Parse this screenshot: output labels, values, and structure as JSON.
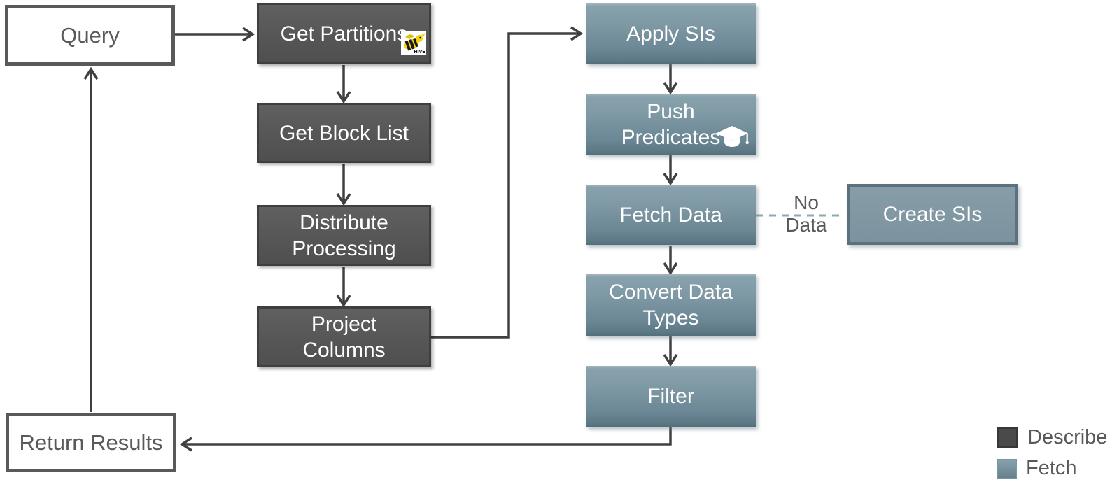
{
  "diagram": {
    "nodes": {
      "query": {
        "label": "Query"
      },
      "get_partitions": {
        "label": "Get Partitions"
      },
      "get_block_list": {
        "label": "Get Block List"
      },
      "distribute_processing": {
        "label": "Distribute\nProcessing"
      },
      "project_columns": {
        "label": "Project\nColumns"
      },
      "apply_sis": {
        "label": "Apply SIs"
      },
      "push_predicates": {
        "label": "Push\nPredicates"
      },
      "fetch_data": {
        "label": "Fetch Data"
      },
      "convert_data_types": {
        "label": "Convert Data\nTypes"
      },
      "filter": {
        "label": "Filter"
      },
      "create_sis": {
        "label": "Create SIs"
      },
      "return_results": {
        "label": "Return Results"
      }
    },
    "edge_labels": {
      "no_data_line1": "No",
      "no_data_line2": "Data"
    },
    "legend": {
      "describe": {
        "label": "Describe",
        "color": "#4a4a4a"
      },
      "fetch": {
        "label": "Fetch",
        "color": "#7e99a4"
      }
    },
    "icons": {
      "get_partitions_icon": "hive-logo-icon",
      "push_predicates_icon": "graduation-cap-icon"
    },
    "colors": {
      "describe_box": "#575757",
      "fetch_box_top": "#87a2ad",
      "fetch_box_bottom": "#5e7885",
      "plain_border": "#595959",
      "connector": "#404040",
      "dashed_connector": "#8fa9b4",
      "text_on_dark": "#ffffff",
      "text_neutral": "#595959"
    }
  }
}
